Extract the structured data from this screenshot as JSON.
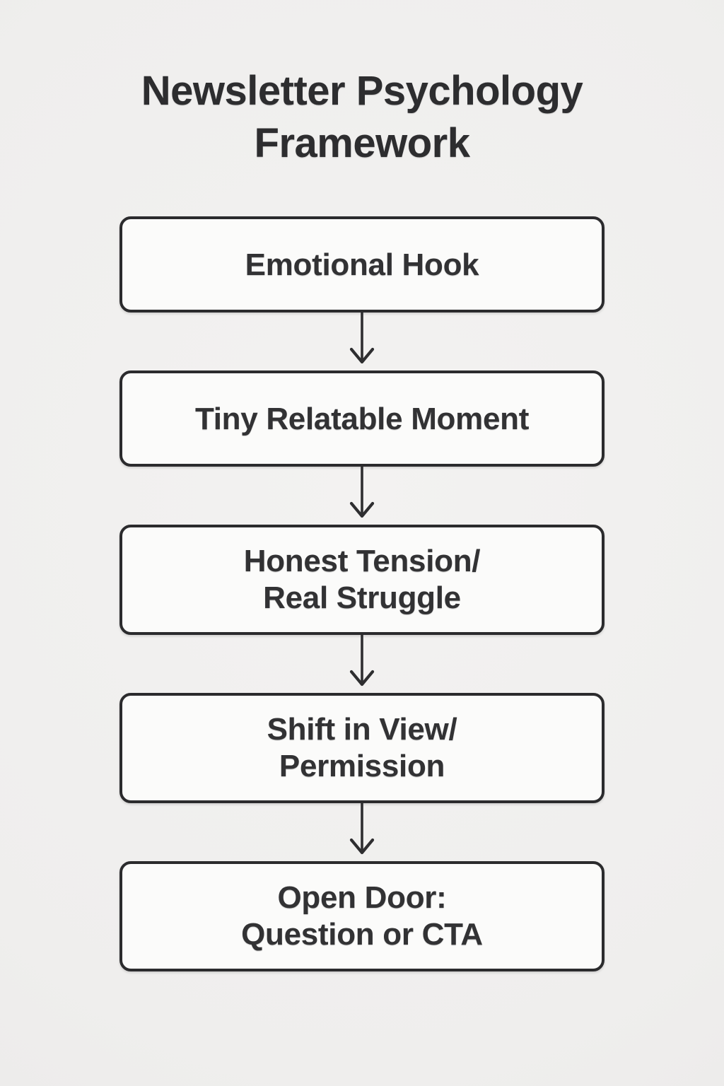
{
  "title": "Newsletter Psychology Framework",
  "flow": {
    "nodes": [
      {
        "id": "emotional-hook",
        "label": "Emotional Hook"
      },
      {
        "id": "tiny-relatable-moment",
        "label": "Tiny Relatable Moment"
      },
      {
        "id": "honest-tension",
        "label": "Honest Tension/\nReal Struggle"
      },
      {
        "id": "shift-in-view",
        "label": "Shift in View/\nPermission"
      },
      {
        "id": "open-door",
        "label": "Open Door:\nQuestion or CTA"
      }
    ],
    "connector": "arrow-down"
  },
  "colors": {
    "page_background": "#f0efee",
    "node_background": "#fbfbfa",
    "node_border": "#2b2b2d",
    "text": "#2d2d2f",
    "arrow": "#2e2e30"
  }
}
